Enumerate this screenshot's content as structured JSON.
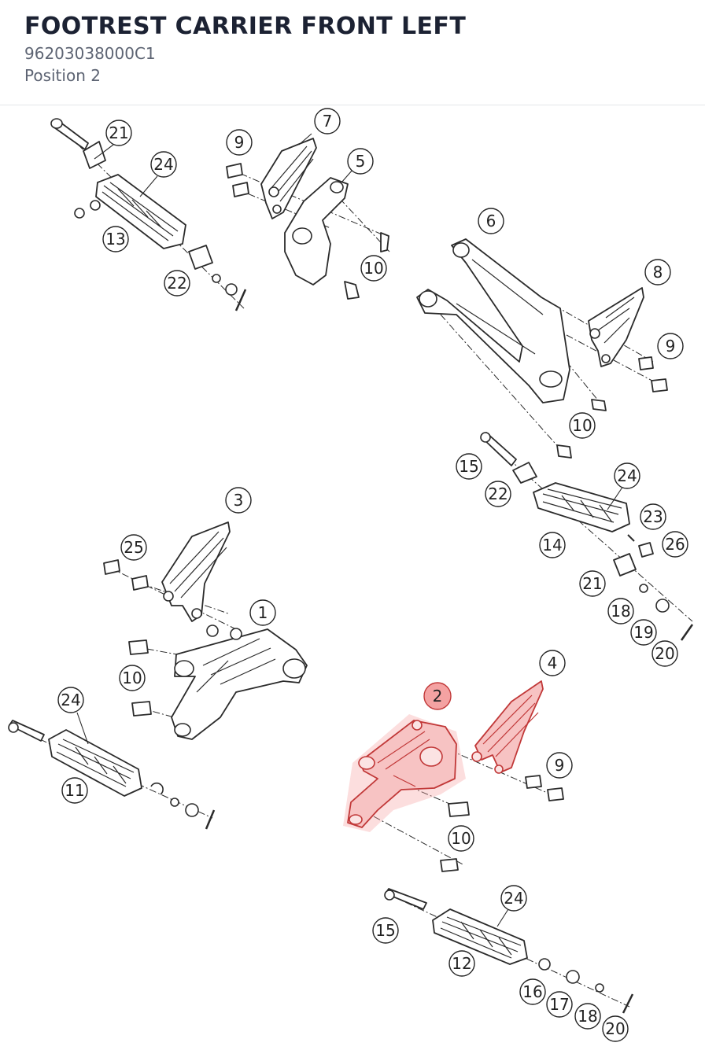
{
  "header": {
    "title": "FOOTREST CARRIER FRONT LEFT",
    "code": "96203038000C1",
    "position": "Position 2"
  },
  "highlight_color": "#f4a2a2",
  "callouts": [
    "21",
    "24",
    "13",
    "22",
    "9",
    "7",
    "5",
    "10",
    "6",
    "8",
    "9",
    "10",
    "15",
    "22",
    "24",
    "23",
    "26",
    "14",
    "21",
    "18",
    "19",
    "20",
    "3",
    "25",
    "1",
    "10",
    "24",
    "11",
    "2",
    "4",
    "9",
    "10",
    "24",
    "15",
    "12",
    "16",
    "17",
    "18",
    "20"
  ],
  "highlighted_part": "2"
}
